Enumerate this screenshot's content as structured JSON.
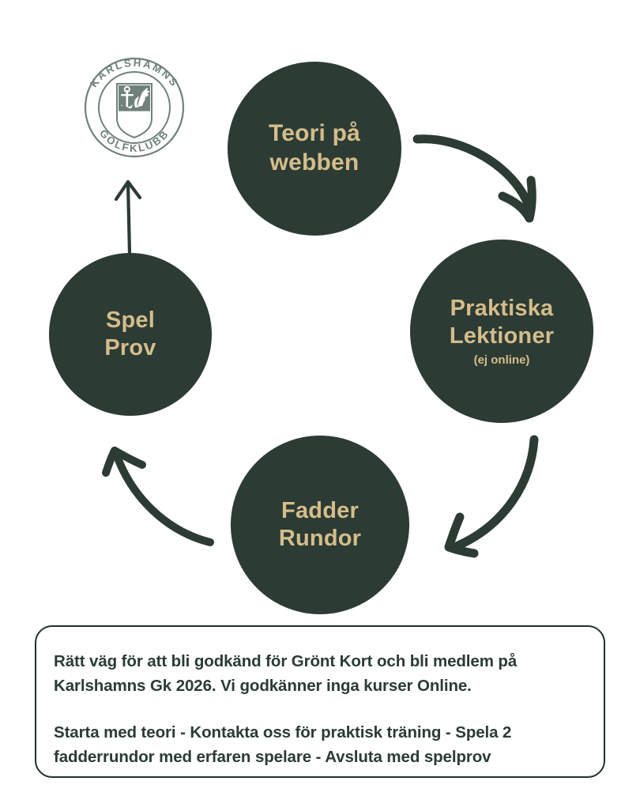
{
  "document": {
    "type": "cycle-infographic",
    "language": "sv",
    "background_color": "#ffffff"
  },
  "colors": {
    "circle_fill": "#2c3b34",
    "circle_text": "#d4bd8b",
    "arrow": "#2c3b34",
    "caption_text": "#2b3b35",
    "caption_border": "#20302a",
    "logo": "#70817a"
  },
  "logo": {
    "name": "karlshamns-golfklubb-logo",
    "text_top": "KARLSHAMNS",
    "text_bottom": "GOLFKLUBB",
    "emblem": "shield-with-lion-and-anchor"
  },
  "cycle": {
    "nodes": [
      {
        "id": "teori",
        "label": "Teori på\nwebben",
        "sub": "",
        "order": 1
      },
      {
        "id": "praktiska",
        "label": "Praktiska\nLektioner",
        "sub": "(ej online)",
        "order": 2
      },
      {
        "id": "fadder",
        "label": "Fadder\nRundor",
        "sub": "",
        "order": 3
      },
      {
        "id": "spel",
        "label": "Spel\nProv",
        "sub": "",
        "order": 4
      }
    ],
    "arrows": [
      {
        "id": "teori-to-praktiska",
        "from": "teori",
        "to": "praktiska",
        "style": "hand-drawn-curve"
      },
      {
        "id": "praktiska-to-fadder",
        "from": "praktiska",
        "to": "fadder",
        "style": "hand-drawn-curve"
      },
      {
        "id": "fadder-to-spel",
        "from": "fadder",
        "to": "spel",
        "style": "hand-drawn-curve"
      },
      {
        "id": "spel-to-logo",
        "from": "spel",
        "to": "logo",
        "style": "hand-drawn-straight"
      }
    ]
  },
  "caption": {
    "paragraph1": "Rätt väg för att bli godkänd för Grönt Kort och bli medlem på Karlshamns Gk 2026. Vi godkänner inga kurser Online.",
    "paragraph2": "Starta med teori - Kontakta oss för praktisk träning - Spela 2 fadderrundor med erfaren spelare - Avsluta med spelprov"
  }
}
